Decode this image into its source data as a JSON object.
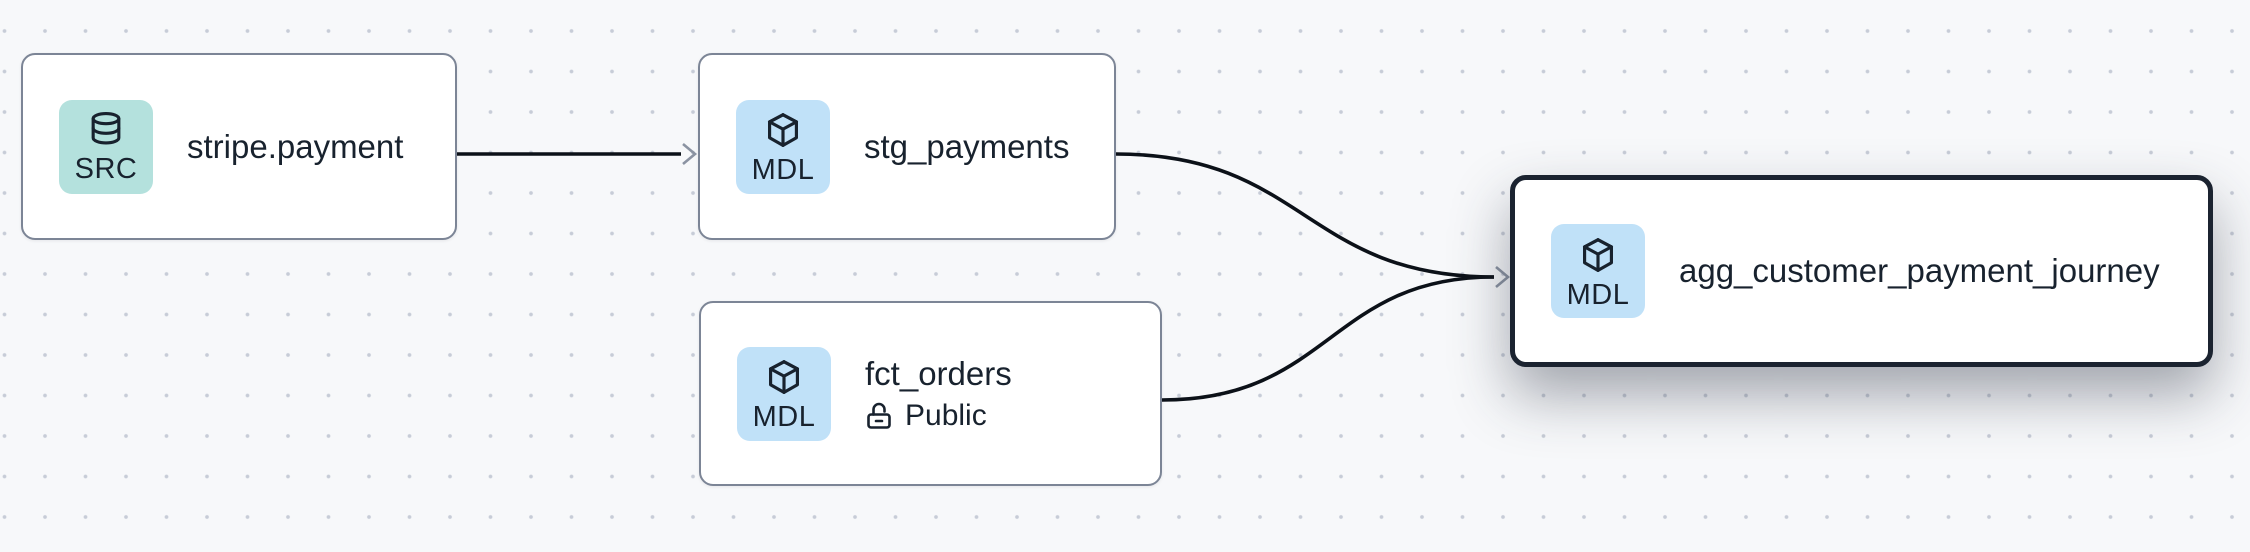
{
  "canvas": {
    "background_color": "#f7f8fa",
    "dot_color": "#c7ccd7"
  },
  "colors": {
    "node_border": "#7c8596",
    "selected_node_border": "#1b2330",
    "edge_stroke": "#0c1118",
    "arrowhead": "#8b93a2",
    "text": "#18222e",
    "source_icon_bg": "#b4e1dd",
    "model_icon_bg": "#c0e1f8"
  },
  "nodes": [
    {
      "label": "stripe.payment",
      "badge": "SRC",
      "icon": "database-icon",
      "type": "source",
      "selected": false
    },
    {
      "label": "stg_payments",
      "badge": "MDL",
      "icon": "cube-icon",
      "type": "model",
      "selected": false
    },
    {
      "label": "fct_orders",
      "badge": "MDL",
      "icon": "cube-icon",
      "type": "model",
      "access": "Public",
      "selected": false
    },
    {
      "label": "agg_customer_payment_journey",
      "badge": "MDL",
      "icon": "cube-icon",
      "type": "model",
      "selected": true
    }
  ],
  "edges": [
    {
      "source": "stripe.payment",
      "target": "stg_payments"
    },
    {
      "source": "stg_payments",
      "target": "agg_customer_payment_journey"
    },
    {
      "source": "fct_orders",
      "target": "agg_customer_payment_journey"
    }
  ]
}
